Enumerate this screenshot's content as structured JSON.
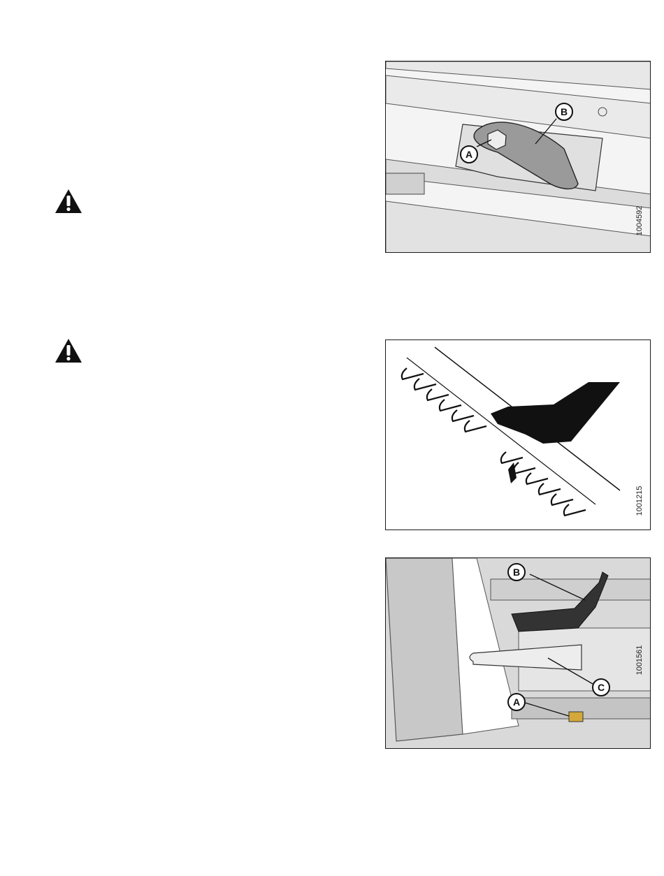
{
  "figures": [
    {
      "id": "1004592",
      "callouts": [
        "A",
        "B"
      ]
    },
    {
      "id": "1001215",
      "callouts": []
    },
    {
      "id": "1001561",
      "callouts": [
        "A",
        "B",
        "C"
      ]
    }
  ],
  "warnings": [
    {
      "icon": "warning-triangle-icon"
    },
    {
      "icon": "warning-triangle-icon"
    }
  ]
}
